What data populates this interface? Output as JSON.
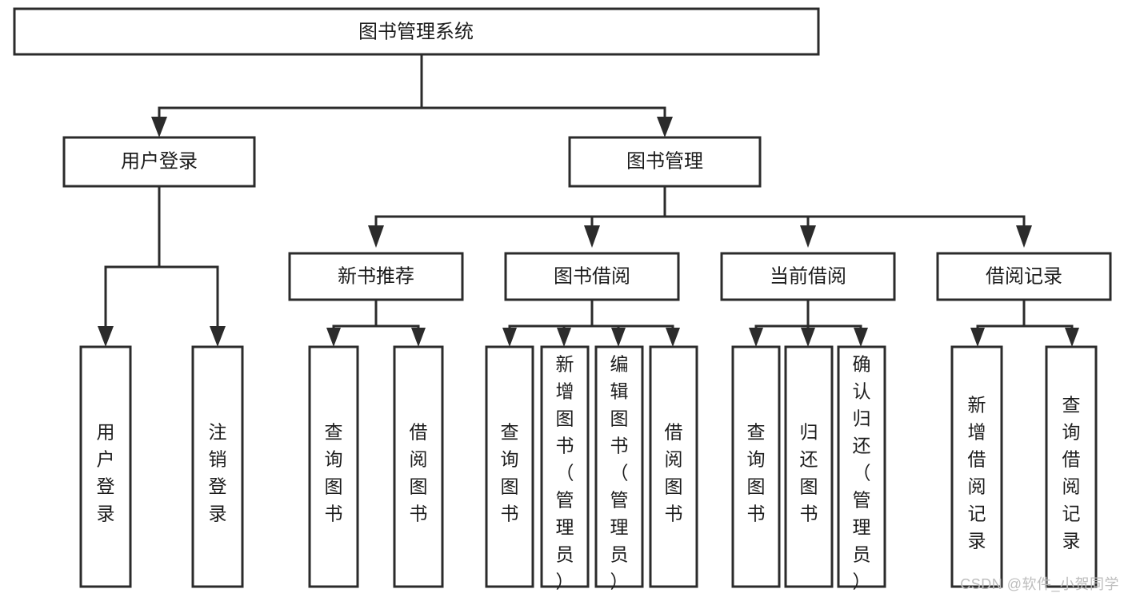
{
  "diagram": {
    "type": "tree-hierarchy-chart",
    "title": "图书管理系统",
    "watermark": "CSDN @软件_小贺同学",
    "colors": {
      "box_stroke": "#2b2b2b",
      "box_fill": "#ffffff",
      "text": "#1c1c1c",
      "connector": "#2b2b2b",
      "watermark": "#bdbdbd",
      "background": "#ffffff"
    },
    "levels": {
      "root": {
        "label": "图书管理系统"
      },
      "level2": [
        {
          "label": "用户登录"
        },
        {
          "label": "图书管理"
        }
      ],
      "level3": [
        {
          "label": "新书推荐"
        },
        {
          "label": "图书借阅"
        },
        {
          "label": "当前借阅"
        },
        {
          "label": "借阅记录"
        }
      ],
      "leaves": {
        "user_login": [
          {
            "label": "用户登录"
          },
          {
            "label": "注销登录"
          }
        ],
        "new_book_recommend": [
          {
            "label": "查询图书"
          },
          {
            "label": "借阅图书"
          }
        ],
        "book_borrow": [
          {
            "label": "查询图书"
          },
          {
            "label": "新增图书（管理员）"
          },
          {
            "label": "编辑图书（管理员）"
          },
          {
            "label": "借阅图书"
          }
        ],
        "current_borrow": [
          {
            "label": "查询图书"
          },
          {
            "label": "归还图书"
          },
          {
            "label": "确认归还（管理员）"
          }
        ],
        "borrow_record": [
          {
            "label": "新增借阅记录"
          },
          {
            "label": "查询借阅记录"
          }
        ]
      }
    }
  }
}
